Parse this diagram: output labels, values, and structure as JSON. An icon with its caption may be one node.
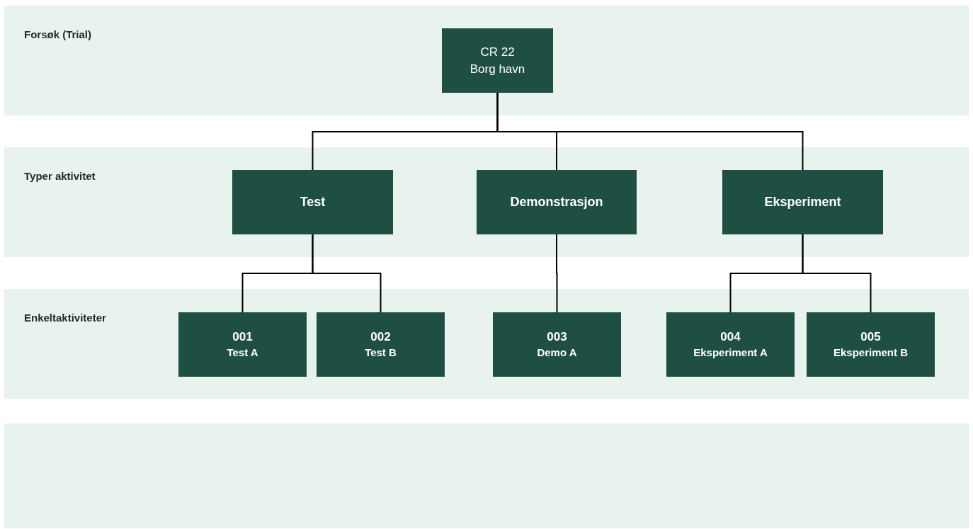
{
  "diagram": {
    "nodes": [
      {
        "text": [
          "Forsøk (Trial)"
        ]
      },
      {
        "text": [
          "CR 22",
          "Borg havn"
        ],
        "in": 0
      },
      {
        "text": [
          "Typer aktivitet"
        ]
      },
      {
        "text": [
          "Test"
        ],
        "in": 2
      },
      {
        "text": [
          "Demonstrasjon"
        ],
        "in": 2
      },
      {
        "text": [
          "Eksperiment"
        ],
        "in": 2
      },
      {
        "text": [
          "Enkeltaktiviteter"
        ]
      },
      {
        "text": [
          "001",
          "Test A"
        ],
        "in": 6
      },
      {
        "text": [
          "002",
          "Test B"
        ],
        "in": 6
      },
      {
        "text": [
          "003",
          "Demo A"
        ],
        "in": 6
      },
      {
        "text": [
          "004",
          "Eksperiment A"
        ],
        "in": 6
      },
      {
        "text": [
          "005",
          "Eksperiment B"
        ],
        "in": 6
      },
      {
        "text": [],
        "shape": "box"
      }
    ],
    "edges": [
      {
        "from": 1,
        "to": 3,
        "arrow": "none"
      },
      {
        "from": 1,
        "to": 4,
        "arrow": "none"
      },
      {
        "from": 1,
        "to": 5,
        "arrow": "none"
      },
      {
        "from": 3,
        "to": 7,
        "arrow": "none"
      },
      {
        "from": 3,
        "to": 8,
        "arrow": "none"
      },
      {
        "from": 4,
        "to": 9,
        "arrow": "none"
      },
      {
        "from": 5,
        "to": 10,
        "arrow": "none"
      },
      {
        "from": 5,
        "to": 11,
        "arrow": "none"
      }
    ]
  }
}
